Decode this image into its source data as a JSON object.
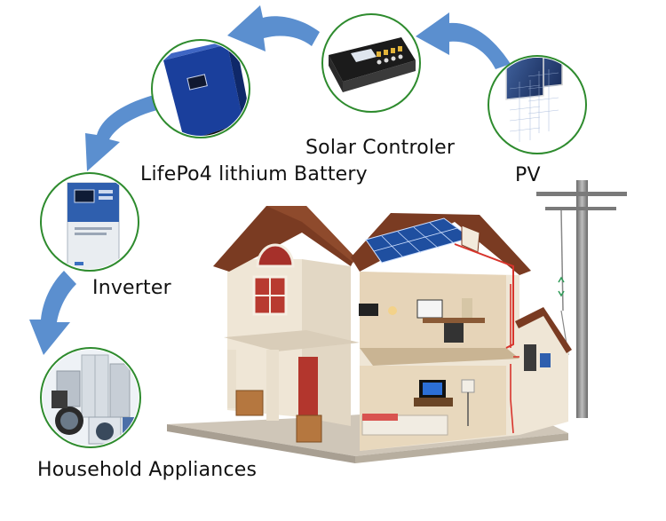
{
  "labels": {
    "pv": "PV",
    "controller": "Solar Controler",
    "battery": "LifePo4 lithium Battery",
    "inverter": "Inverter",
    "appliances": "Household Appliances"
  },
  "colors": {
    "arrow": "#5b8fcf",
    "circle_border": "#2e8b2e",
    "battery_body": "#1a3f9c",
    "roof": "#7a3b22",
    "wall": "#efe6d6",
    "solar_panel": "#1f4fa0",
    "wire": "#d8342c"
  },
  "flow": [
    "pv",
    "controller",
    "battery",
    "inverter",
    "appliances"
  ]
}
